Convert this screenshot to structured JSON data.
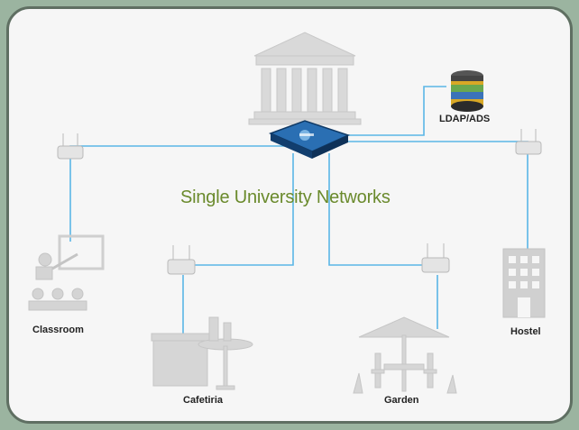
{
  "title": "Single University Networks",
  "nodes": {
    "ldap": "LDAP/ADS",
    "classroom": "Classroom",
    "cafeteria": "Cafetiria",
    "garden": "Garden",
    "hostel": "Hostel"
  },
  "colors": {
    "link": "#5ab6e6",
    "router": "#1d5b9a",
    "background": "#f6f6f6",
    "frame": "#9bb4a0",
    "title": "#6a8a2c"
  },
  "icons": [
    "university-building-icon",
    "router-icon",
    "database-icon",
    "wireless-access-point-icon",
    "classroom-icon",
    "cafeteria-icon",
    "garden-icon",
    "hostel-icon"
  ]
}
